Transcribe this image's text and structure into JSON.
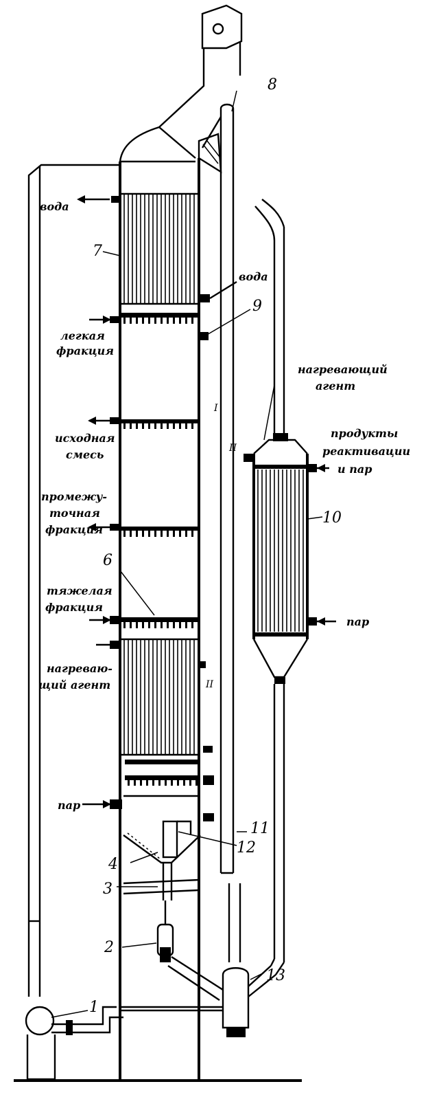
{
  "labels": {
    "water_top": "вода",
    "water_right": "вода",
    "light_fraction_1": "легкая",
    "light_fraction_2": "фракция",
    "feed_1": "исходная",
    "feed_2": "смесь",
    "intermediate_1": "промежу-",
    "intermediate_2": "точная",
    "intermediate_3": "фракция",
    "heavy_1": "тяжелая",
    "heavy_2": "фракция",
    "heating_left_1": "нагреваю-",
    "heating_left_2": "щий агент",
    "steam_left": "пар",
    "heating_right_1": "нагревающий",
    "heating_right_2": "агент",
    "reactivation_1": "продукты",
    "reactivation_2": "реактивации",
    "reactivation_3": "и пар",
    "steam_right": "пар"
  },
  "numbers": {
    "n1": "1",
    "n2": "2",
    "n3": "3",
    "n4": "4",
    "n6": "6",
    "n7": "7",
    "n8": "8",
    "n9": "9",
    "n10": "10",
    "n11": "11",
    "n12": "12",
    "n13": "13"
  },
  "roman": {
    "r1": "I",
    "r2a": "II",
    "r2b": "II"
  }
}
